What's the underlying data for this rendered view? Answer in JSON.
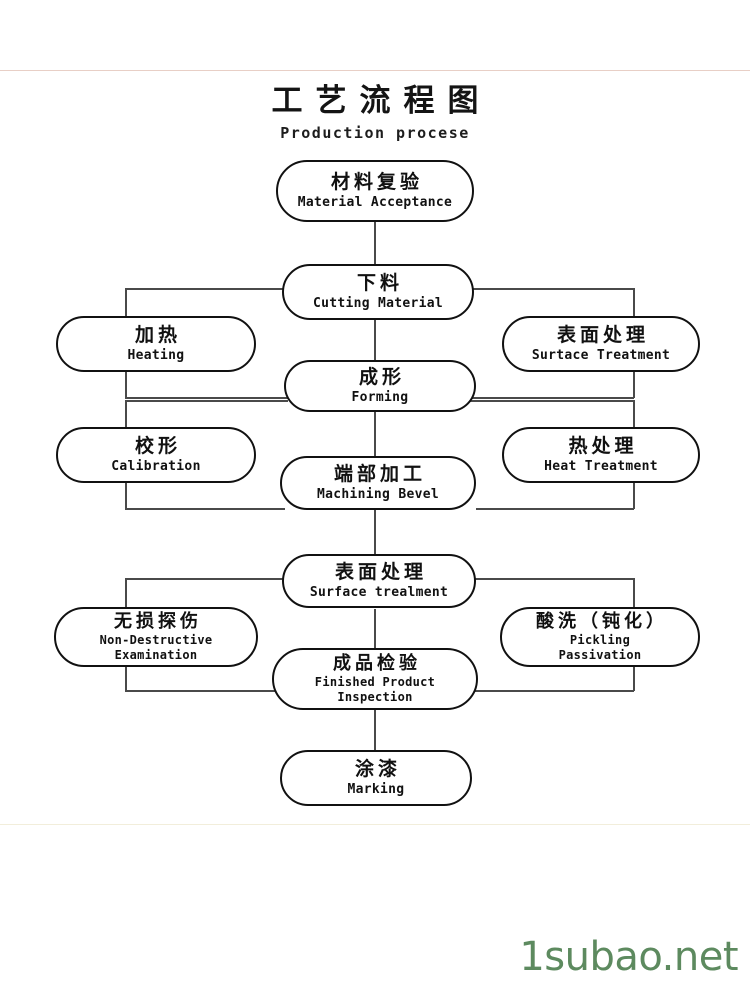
{
  "title": {
    "cn": "工艺流程图",
    "en": "Production procese"
  },
  "watermark": "1subao.net",
  "colors": {
    "node_border": "#111111",
    "connector": "#4a4a4a",
    "watermark": "#5d8a5f",
    "rule_top": "#e8cfc6",
    "rule_bottom": "#f2eedb",
    "background": "#ffffff"
  },
  "chart_data": {
    "type": "diagram",
    "diagram_type": "flowchart",
    "title": "工艺流程图 / Production procese",
    "orientation": "vertical-with-side-branches",
    "nodes": [
      {
        "id": "material_acceptance",
        "cn": "材料复验",
        "en": "Material Acceptance",
        "column": "center",
        "order": 1
      },
      {
        "id": "cutting_material",
        "cn": "下料",
        "en": "Cutting Material",
        "column": "center",
        "order": 2
      },
      {
        "id": "heating",
        "cn": "加热",
        "en": "Heating",
        "column": "left",
        "order": 3
      },
      {
        "id": "surface_treatment_1",
        "cn": "表面处理",
        "en": "Surtace Treatment",
        "column": "right",
        "order": 3
      },
      {
        "id": "forming",
        "cn": "成形",
        "en": "Forming",
        "column": "center",
        "order": 4
      },
      {
        "id": "calibration",
        "cn": "校形",
        "en": "Calibration",
        "column": "left",
        "order": 5
      },
      {
        "id": "heat_treatment",
        "cn": "热处理",
        "en": "Heat Treatment",
        "column": "right",
        "order": 5
      },
      {
        "id": "machining_bevel",
        "cn": "端部加工",
        "en": "Machining Bevel",
        "column": "center",
        "order": 6
      },
      {
        "id": "surface_treatment_2",
        "cn": "表面处理",
        "en": "Surface trealment",
        "column": "center",
        "order": 7
      },
      {
        "id": "ndt",
        "cn": "无损探伤",
        "en": "Non-Destructive\nExamination",
        "column": "left",
        "order": 8
      },
      {
        "id": "pickling",
        "cn": "酸洗（钝化）",
        "en": "Pickling\nPassivation",
        "column": "right",
        "order": 8
      },
      {
        "id": "finished_inspection",
        "cn": "成品检验",
        "en": "Finished Product\nInspection",
        "column": "center",
        "order": 9
      },
      {
        "id": "marking",
        "cn": "涂漆",
        "en": "Marking",
        "column": "center",
        "order": 10
      }
    ],
    "edges": [
      {
        "from": "material_acceptance",
        "to": "cutting_material",
        "style": "vertical"
      },
      {
        "from": "cutting_material",
        "to": "heating",
        "style": "branch-left"
      },
      {
        "from": "cutting_material",
        "to": "surface_treatment_1",
        "style": "branch-right"
      },
      {
        "from": "cutting_material",
        "to": "forming",
        "style": "vertical"
      },
      {
        "from": "heating",
        "to": "forming",
        "style": "merge-left"
      },
      {
        "from": "surface_treatment_1",
        "to": "forming",
        "style": "merge-right"
      },
      {
        "from": "forming",
        "to": "calibration",
        "style": "branch-left"
      },
      {
        "from": "forming",
        "to": "heat_treatment",
        "style": "branch-right"
      },
      {
        "from": "forming",
        "to": "machining_bevel",
        "style": "vertical"
      },
      {
        "from": "calibration",
        "to": "machining_bevel",
        "style": "merge-left"
      },
      {
        "from": "heat_treatment",
        "to": "machining_bevel",
        "style": "merge-right"
      },
      {
        "from": "machining_bevel",
        "to": "surface_treatment_2",
        "style": "vertical"
      },
      {
        "from": "surface_treatment_2",
        "to": "ndt",
        "style": "branch-left"
      },
      {
        "from": "surface_treatment_2",
        "to": "pickling",
        "style": "branch-right"
      },
      {
        "from": "surface_treatment_2",
        "to": "finished_inspection",
        "style": "vertical"
      },
      {
        "from": "ndt",
        "to": "finished_inspection",
        "style": "merge-left"
      },
      {
        "from": "pickling",
        "to": "finished_inspection",
        "style": "merge-right"
      },
      {
        "from": "finished_inspection",
        "to": "marking",
        "style": "vertical"
      }
    ]
  }
}
